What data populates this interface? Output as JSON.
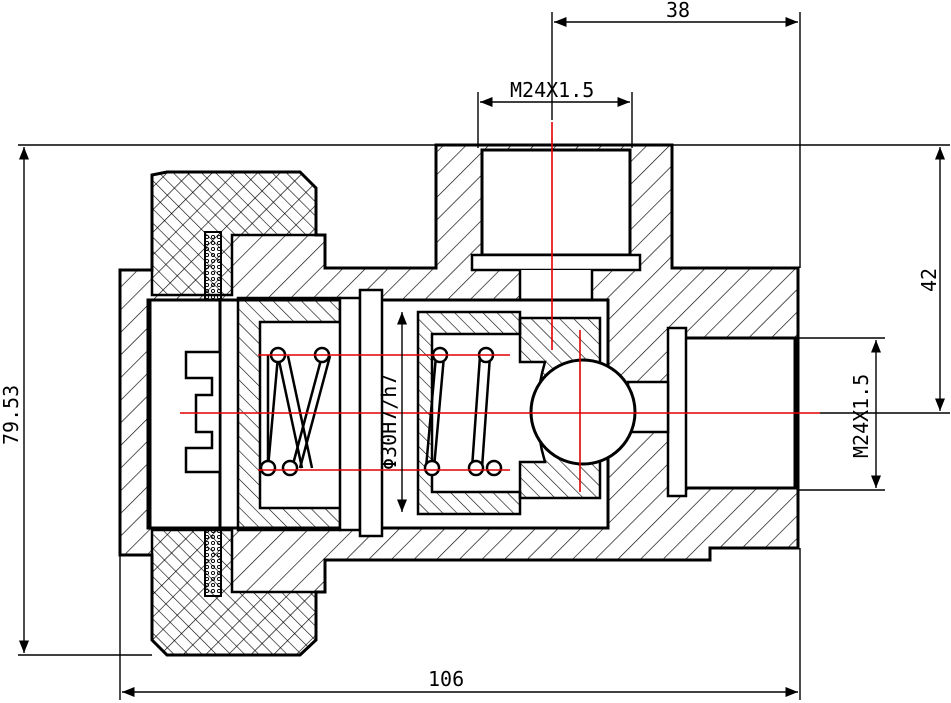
{
  "drawing": {
    "colors": {
      "outline": "#000000",
      "centerline": "#e00000",
      "hatch": "#000000",
      "background": "#ffffff"
    },
    "dimensions": {
      "top_offset": "38",
      "top_thread": "M24X1.5",
      "right_offset": "42",
      "right_thread": "M24X1.5",
      "overall_height": "79.53",
      "overall_length": "106",
      "spring_bore_fit": "Φ30H7/h7"
    }
  }
}
